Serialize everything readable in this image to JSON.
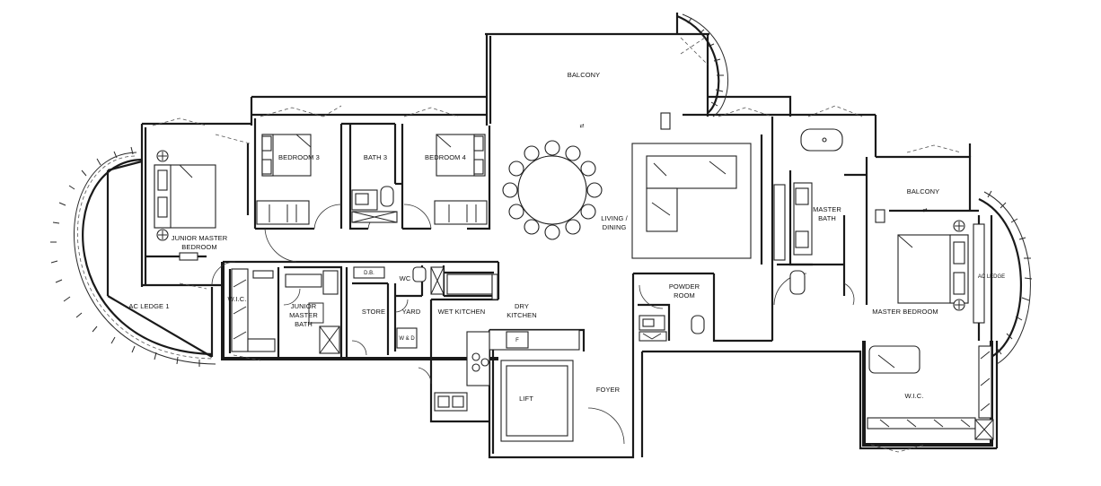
{
  "rooms": {
    "balcony_top": "BALCONY",
    "bedroom_3": "BEDROOM 3",
    "bath_3": "BATH 3",
    "bedroom_4": "BEDROOM 4",
    "living_dining_1": "LIVING /",
    "living_dining_2": "DINING",
    "master_bath_1": "MASTER",
    "master_bath_2": "BATH",
    "balcony_right": "BALCONY",
    "ac_ledge_right": "AC LEDGE",
    "junior_master_bedroom_1": "JUNIOR MASTER",
    "junior_master_bedroom_2": "BEDROOM",
    "ac_ledge_1": "AC LEDGE 1",
    "wic_left": "W.I.C.",
    "junior_master_bath_1": "JUNIOR",
    "junior_master_bath_2": "MASTER",
    "junior_master_bath_3": "BATH",
    "db": "D.B.",
    "wc": "WC",
    "store": "STORE",
    "yard": "YARD",
    "wet_kitchen": "WET KITCHEN",
    "dry_kitchen_1": "DRY",
    "dry_kitchen_2": "KITCHEN",
    "wd": "W & D",
    "fridge": "F",
    "powder_room_1": "POWDER",
    "powder_room_2": "ROOM",
    "master_bedroom": "MASTER BEDROOM",
    "lift": "LIFT",
    "foyer": "FOYER",
    "wic_right": "W.I.C."
  },
  "fixtures": {
    "sliding_arrow": "⇄"
  }
}
